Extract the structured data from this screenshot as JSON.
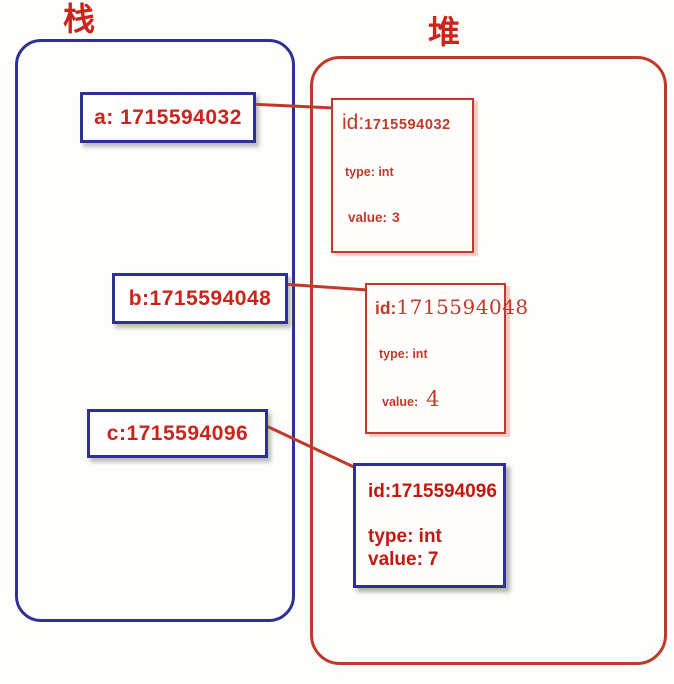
{
  "colors": {
    "navy": "#2e3192",
    "red": "#bf3a2a",
    "red-bright": "#cb241a",
    "red-bold": "#c4170d"
  },
  "panels": {
    "stack_label": "栈",
    "heap_label": "堆"
  },
  "stack_items": [
    {
      "label": "a: 1715594032"
    },
    {
      "label": "b:1715594048"
    },
    {
      "label": "c:1715594096"
    }
  ],
  "heap_objects": [
    {
      "id_prefix": "id:",
      "id_number": "1715594032",
      "type_text": "type: int",
      "value_prefix": "value:",
      "value_number": "3"
    },
    {
      "id_prefix": "id:",
      "id_number": "1715594048",
      "type_text": "type: int",
      "value_prefix": "value:",
      "value_number": "4"
    },
    {
      "id_prefix": "id:",
      "id_number": "1715594096",
      "type_text": "type: int",
      "value_prefix": "value:",
      "value_number": "7"
    }
  ]
}
